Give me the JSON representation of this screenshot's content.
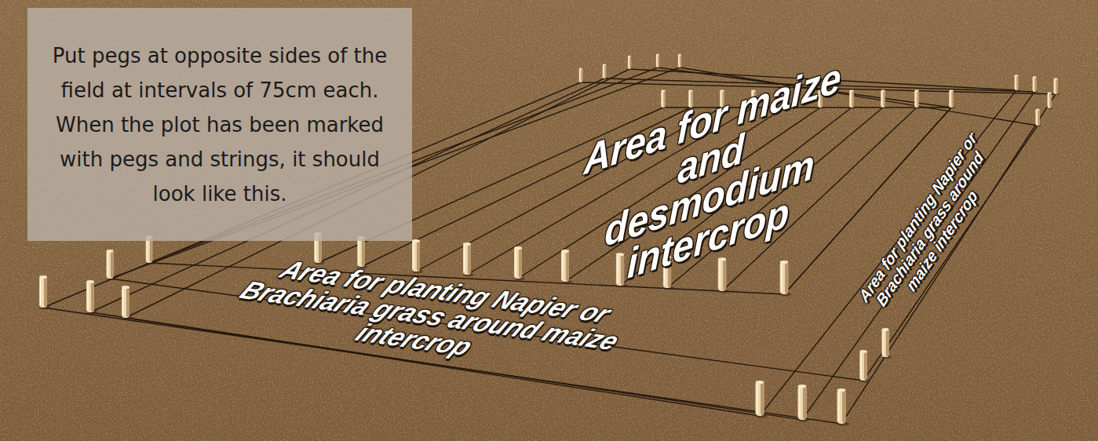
{
  "diagram": {
    "nodes": [
      {
        "text": [
          "Put pegs at opposite sides of the field at intervals of 75cm each. When the plot has been marked with pegs and strings, it should look like this."
        ]
      }
    ],
    "labels": [
      "Area for maize and desmodium intercrop",
      "Area for planting Napier or Brachiaria grass around maize intercrop",
      "Area for planting Napier or Brachiaria grass around maize intercrop"
    ]
  }
}
